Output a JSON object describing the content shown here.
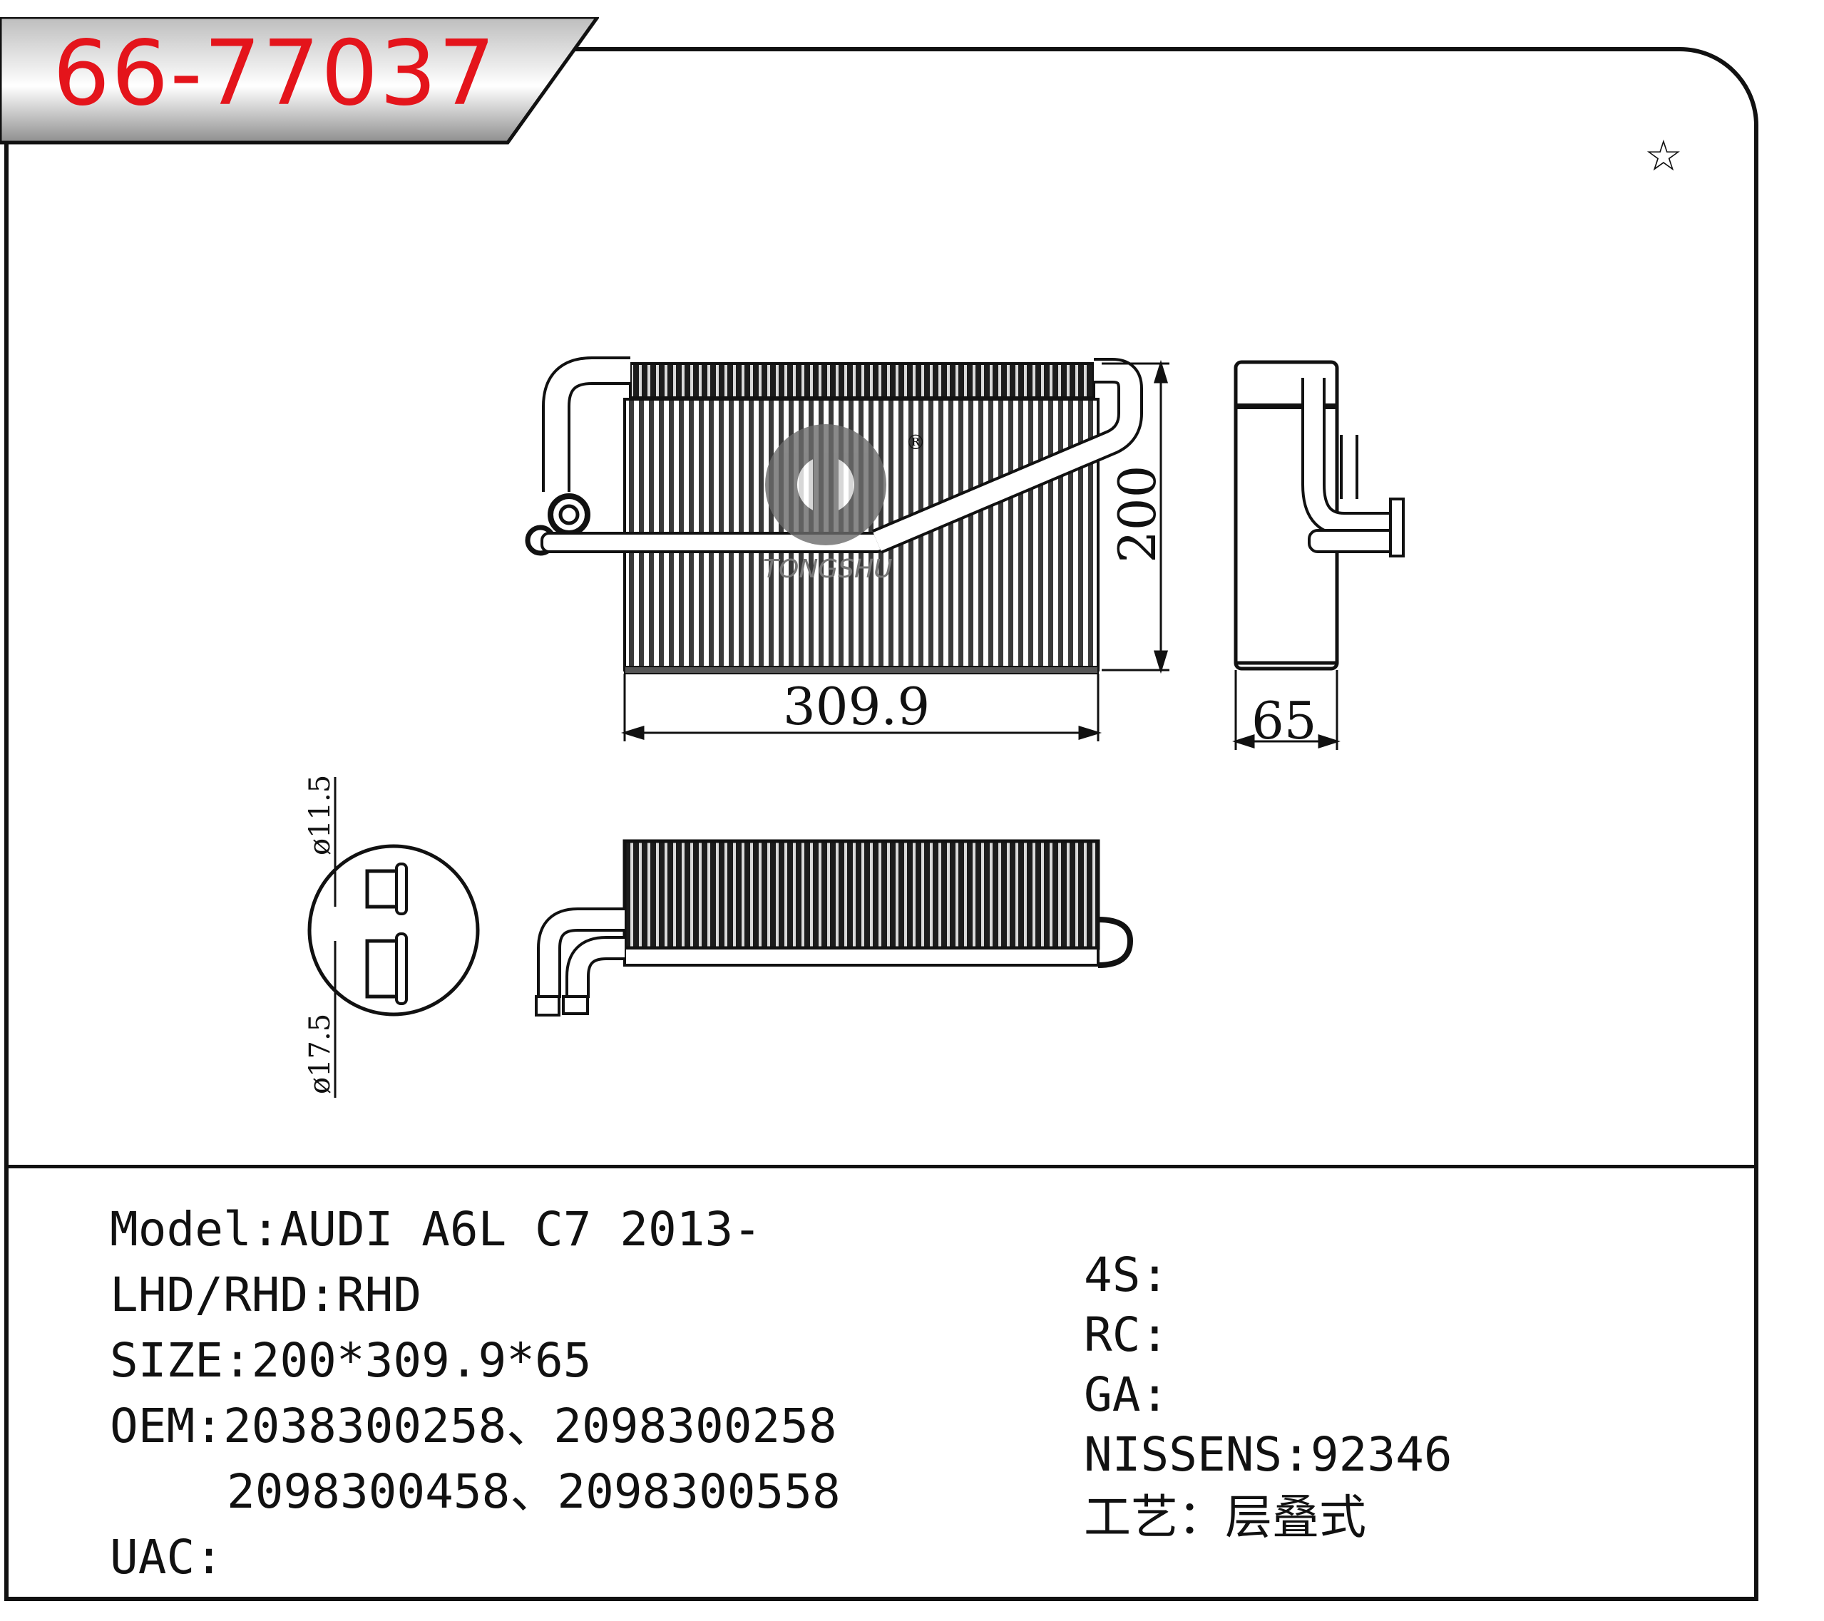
{
  "part_number": "66-77037",
  "star_glyph": "☆",
  "logo_text": "TONGSHU",
  "registered_mark": "®",
  "dimensions": {
    "width": "309.9",
    "height": "200",
    "depth": "65",
    "pipe_small": "ø11.5",
    "pipe_large": "ø17.5"
  },
  "specs_left": {
    "model": "Model:AUDI A6L C7 2013-",
    "drive": "LHD/RHD:RHD",
    "size": "SIZE:200*309.9*65",
    "oem_line1": "OEM:2038300258、2098300258",
    "oem_line2": "2098300458、2098300558",
    "uac": "UAC:"
  },
  "specs_right": {
    "s4": "4S:",
    "rc": "RC:",
    "ga": "GA:",
    "nissens": "NISSENS:92346",
    "process": "工艺：层叠式"
  }
}
